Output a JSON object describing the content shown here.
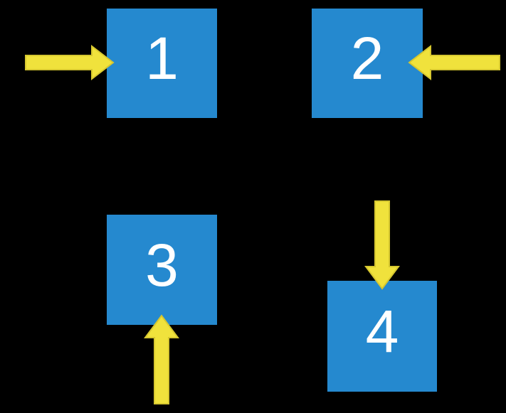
{
  "colors": {
    "background": "#000000",
    "square-blue": "#2589CF",
    "arrow-yellow": "#F0E23C",
    "arrow-outline": "#D6C72F",
    "label-white": "#FFFFFF"
  },
  "squares": [
    {
      "label": "1",
      "arrow_points_from": "left",
      "arrow_direction": "right"
    },
    {
      "label": "2",
      "arrow_points_from": "right",
      "arrow_direction": "left"
    },
    {
      "label": "3",
      "arrow_points_from": "below",
      "arrow_direction": "up"
    },
    {
      "label": "4",
      "arrow_points_from": "above",
      "arrow_direction": "down"
    }
  ]
}
